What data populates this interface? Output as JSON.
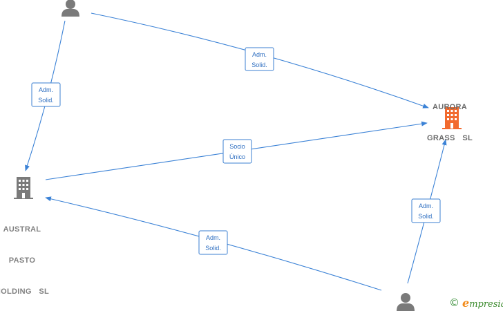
{
  "nodes": {
    "aurora": {
      "label_line1": "AURORA",
      "label_line2": "GRASS  SL",
      "type": "company",
      "color": "#f26a2e"
    },
    "austral": {
      "label_line1": "AUSTRAL",
      "label_line2": "PASTO",
      "label_line3": "HOLDING  SL",
      "type": "company",
      "color": "#7a7a7a"
    },
    "person_top": {
      "type": "person",
      "color": "#7a7a7a"
    },
    "person_bottom": {
      "type": "person",
      "color": "#7a7a7a"
    }
  },
  "edges": {
    "top_to_aurora": {
      "line1": "Adm.",
      "line2": "Solid."
    },
    "top_to_austral": {
      "line1": "Adm.",
      "line2": "Solid."
    },
    "austral_to_aurora": {
      "line1": "Socio",
      "line2": "Único"
    },
    "bottom_to_austral": {
      "line1": "Adm.",
      "line2": "Solid."
    },
    "bottom_to_aurora": {
      "line1": "Adm.",
      "line2": "Solid."
    }
  },
  "colors": {
    "edge": "#3b82d6",
    "edge_text": "#2a6cc0"
  },
  "brand": {
    "copyright": "©",
    "initial": "e",
    "rest": "mpresia"
  }
}
